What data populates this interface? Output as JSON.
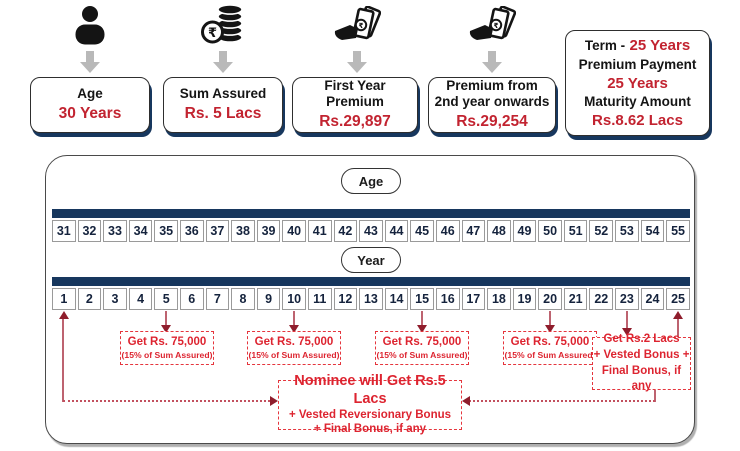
{
  "colors": {
    "navy": "#17375e",
    "value_red": "#c22330",
    "benefit_red": "#dd2430",
    "arrow_dark_red": "#8f1d2c",
    "connector_pink_red": "#c2505e",
    "gray_arrow": "#b9b9b9"
  },
  "info_cards": [
    {
      "icon": "person-icon",
      "label": "Age",
      "value": "30 Years"
    },
    {
      "icon": "rupee-coins-icon",
      "label": "Sum Assured",
      "value": "Rs. 5 Lacs"
    },
    {
      "icon": "hand-money-icon",
      "label": "First Year Premium",
      "value": "Rs.29,897"
    },
    {
      "icon": "hand-money-icon",
      "label_line1": "Premium from",
      "label_line2": "2nd year onwards",
      "value": "Rs.29,254"
    }
  ],
  "summary_card": {
    "term_label": "Term  -",
    "term_value": "25 Years",
    "premium_payment_label": "Premium Payment",
    "premium_payment_value": "25 Years",
    "maturity_label": "Maturity Amount",
    "maturity_value": "Rs.8.62 Lacs"
  },
  "timeline": {
    "age_pill": "Age",
    "ages": [
      31,
      32,
      33,
      34,
      35,
      36,
      37,
      38,
      39,
      40,
      41,
      42,
      43,
      44,
      45,
      46,
      47,
      48,
      49,
      50,
      51,
      52,
      53,
      54,
      55
    ],
    "year_pill": "Year",
    "years": [
      1,
      2,
      3,
      4,
      5,
      6,
      7,
      8,
      9,
      10,
      11,
      12,
      13,
      14,
      15,
      16,
      17,
      18,
      19,
      20,
      21,
      22,
      23,
      24,
      25
    ],
    "survival_benefits": [
      {
        "year": 5,
        "line1": "Get Rs. 75,000",
        "line2": "(15% of Sum Assured)"
      },
      {
        "year": 10,
        "line1": "Get Rs. 75,000",
        "line2": "(15% of Sum Assured)"
      },
      {
        "year": 15,
        "line1": "Get Rs. 75,000",
        "line2": "(15% of Sum Assured)"
      },
      {
        "year": 20,
        "line1": "Get Rs. 75,000",
        "line2": "(15% of Sum Assured)"
      }
    ],
    "maturity_benefit": {
      "lines": [
        "Get Rs.2 Lacs",
        "+ Vested Bonus +",
        "Final Bonus, if any"
      ]
    },
    "death_benefit": {
      "lines": [
        "Nominee will Get Rs.5 Lacs",
        "+ Vested Reversionary Bonus",
        "+ Final Bonus, if any"
      ]
    }
  }
}
